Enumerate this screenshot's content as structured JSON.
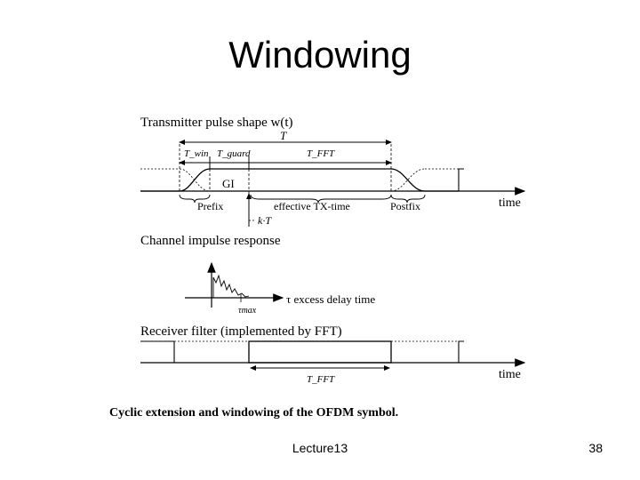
{
  "slide": {
    "title": "Windowing",
    "footer": "Lecture13",
    "page_number": "38"
  },
  "diagram": {
    "transmitter_heading": "Transmitter pulse shape w(t)",
    "label_T": "T",
    "label_Twin": "T_win",
    "label_Tguard": "T_guard",
    "label_TFFT": "T_FFT",
    "label_GI": "GI",
    "label_prefix": "Prefix",
    "label_effective": "effective TX-time",
    "label_postfix": "Postfix",
    "label_time": "time",
    "label_kT": "k·T",
    "channel_heading": "Channel impulse response",
    "label_tau_excess": "τ excess delay time",
    "label_tau_max": "τmax",
    "receiver_heading": "Receiver filter (implemented by FFT)",
    "label_TFFT_rx": "T_FFT",
    "label_time_rx": "time",
    "caption": "Cyclic extension and windowing of the OFDM symbol."
  }
}
